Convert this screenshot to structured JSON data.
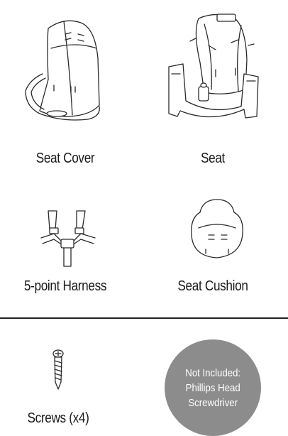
{
  "parts": {
    "seat_cover": {
      "label": "Seat Cover",
      "icon": "seat-cover-illustration"
    },
    "seat": {
      "label": "Seat",
      "icon": "seat-illustration"
    },
    "harness": {
      "label": "5-point Harness",
      "icon": "harness-illustration"
    },
    "cushion": {
      "label": "Seat Cushion",
      "icon": "seat-cushion-illustration"
    },
    "screws": {
      "label": "Screws (x4)",
      "icon": "screw-illustration"
    }
  },
  "not_included": {
    "line1": "Not Included:",
    "line2": "Phillips Head",
    "line3": "Screwdriver",
    "background": "#8c8c8c"
  }
}
